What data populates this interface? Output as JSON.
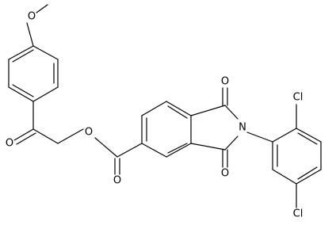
{
  "molecule": {
    "atoms": {
      "o_methoxy": "O",
      "o_ketone": "O",
      "o_ester_single": "O",
      "o_ester_carbonyl": "O",
      "o_imide_top": "O",
      "n_imide": "N",
      "o_imide_bottom": "O",
      "cl_top": "Cl",
      "cl_bottom": "Cl"
    }
  }
}
